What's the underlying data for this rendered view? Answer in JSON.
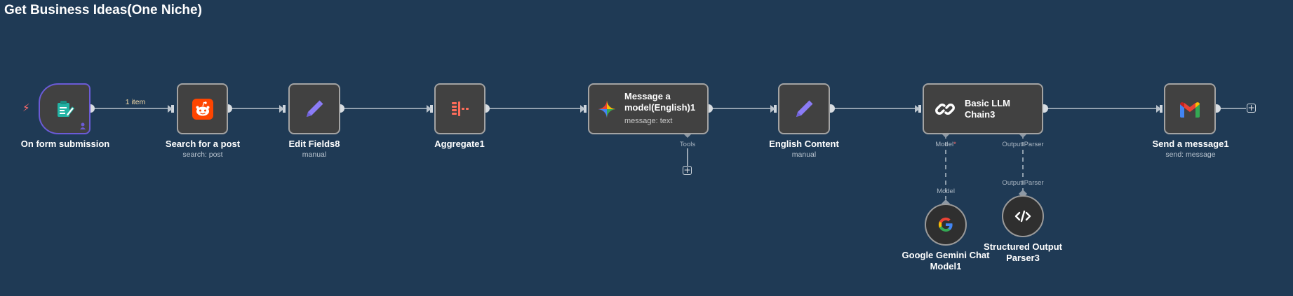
{
  "workflow": {
    "title": "Get Business Ideas(One Niche)"
  },
  "nodes": {
    "form": {
      "label": "On form submission"
    },
    "reddit": {
      "label": "Search for a post",
      "sub": "search: post"
    },
    "edit8": {
      "label": "Edit Fields8",
      "sub": "manual"
    },
    "aggregate": {
      "label": "Aggregate1"
    },
    "gemini": {
      "title": "Message a model(English)1",
      "sub": "message: text",
      "port": "Tools"
    },
    "english": {
      "label": "English Content",
      "sub": "manual"
    },
    "llm": {
      "title": "Basic LLM Chain3",
      "port_model": "Model",
      "port_parser": "Output Parser"
    },
    "gmail": {
      "label": "Send a message1",
      "sub": "send: message"
    },
    "gchat": {
      "label": "Google Gemini Chat Model1",
      "port": "Model"
    },
    "parser": {
      "label": "Structured Output Parser3",
      "port": "Output Parser"
    }
  },
  "edges": {
    "form_to_reddit": "1 item"
  },
  "icons": {
    "form": "form-icon",
    "reddit": "reddit-icon",
    "edit": "pencil-icon",
    "aggregate": "aggregate-icon",
    "gemini": "gemini-star-icon",
    "llm": "chain-link-icon",
    "gmail": "gmail-icon",
    "google": "google-g-icon",
    "parser": "code-brackets-icon"
  },
  "colors": {
    "canvas": "#1f3a55",
    "node": "#414141",
    "trigger_border": "#6b5bd6",
    "pencil": "#8b7cf6",
    "reddit": "#ff4500",
    "aggregate": "#ff6d5a"
  }
}
